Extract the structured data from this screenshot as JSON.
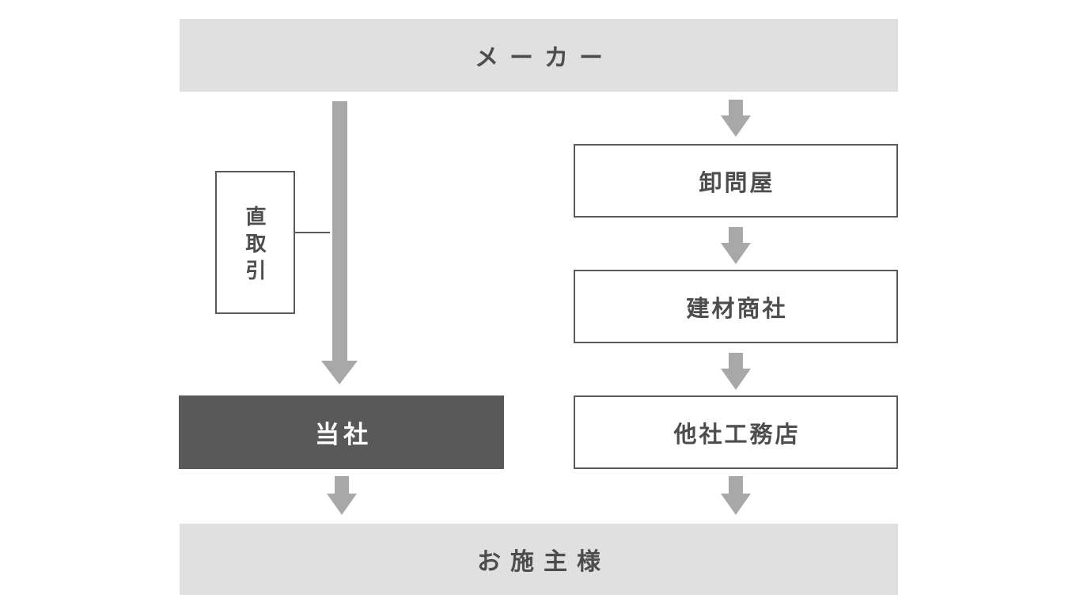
{
  "diagram": {
    "manufacturer_bar": "メーカー",
    "client_bar": "お施主様",
    "direct_flow": {
      "transaction_label": "直取引",
      "company_box": "当社"
    },
    "conventional_flow": {
      "steps": [
        "卸問屋",
        "建材商社",
        "他社工務店"
      ]
    },
    "colors": {
      "bar_bg": "#e0e0e0",
      "dark_box_bg": "#595959",
      "arrow": "#a8a8a8",
      "border": "#595959",
      "text": "#4d4d4d",
      "text_on_dark": "#ffffff",
      "background": "#ffffff"
    }
  }
}
